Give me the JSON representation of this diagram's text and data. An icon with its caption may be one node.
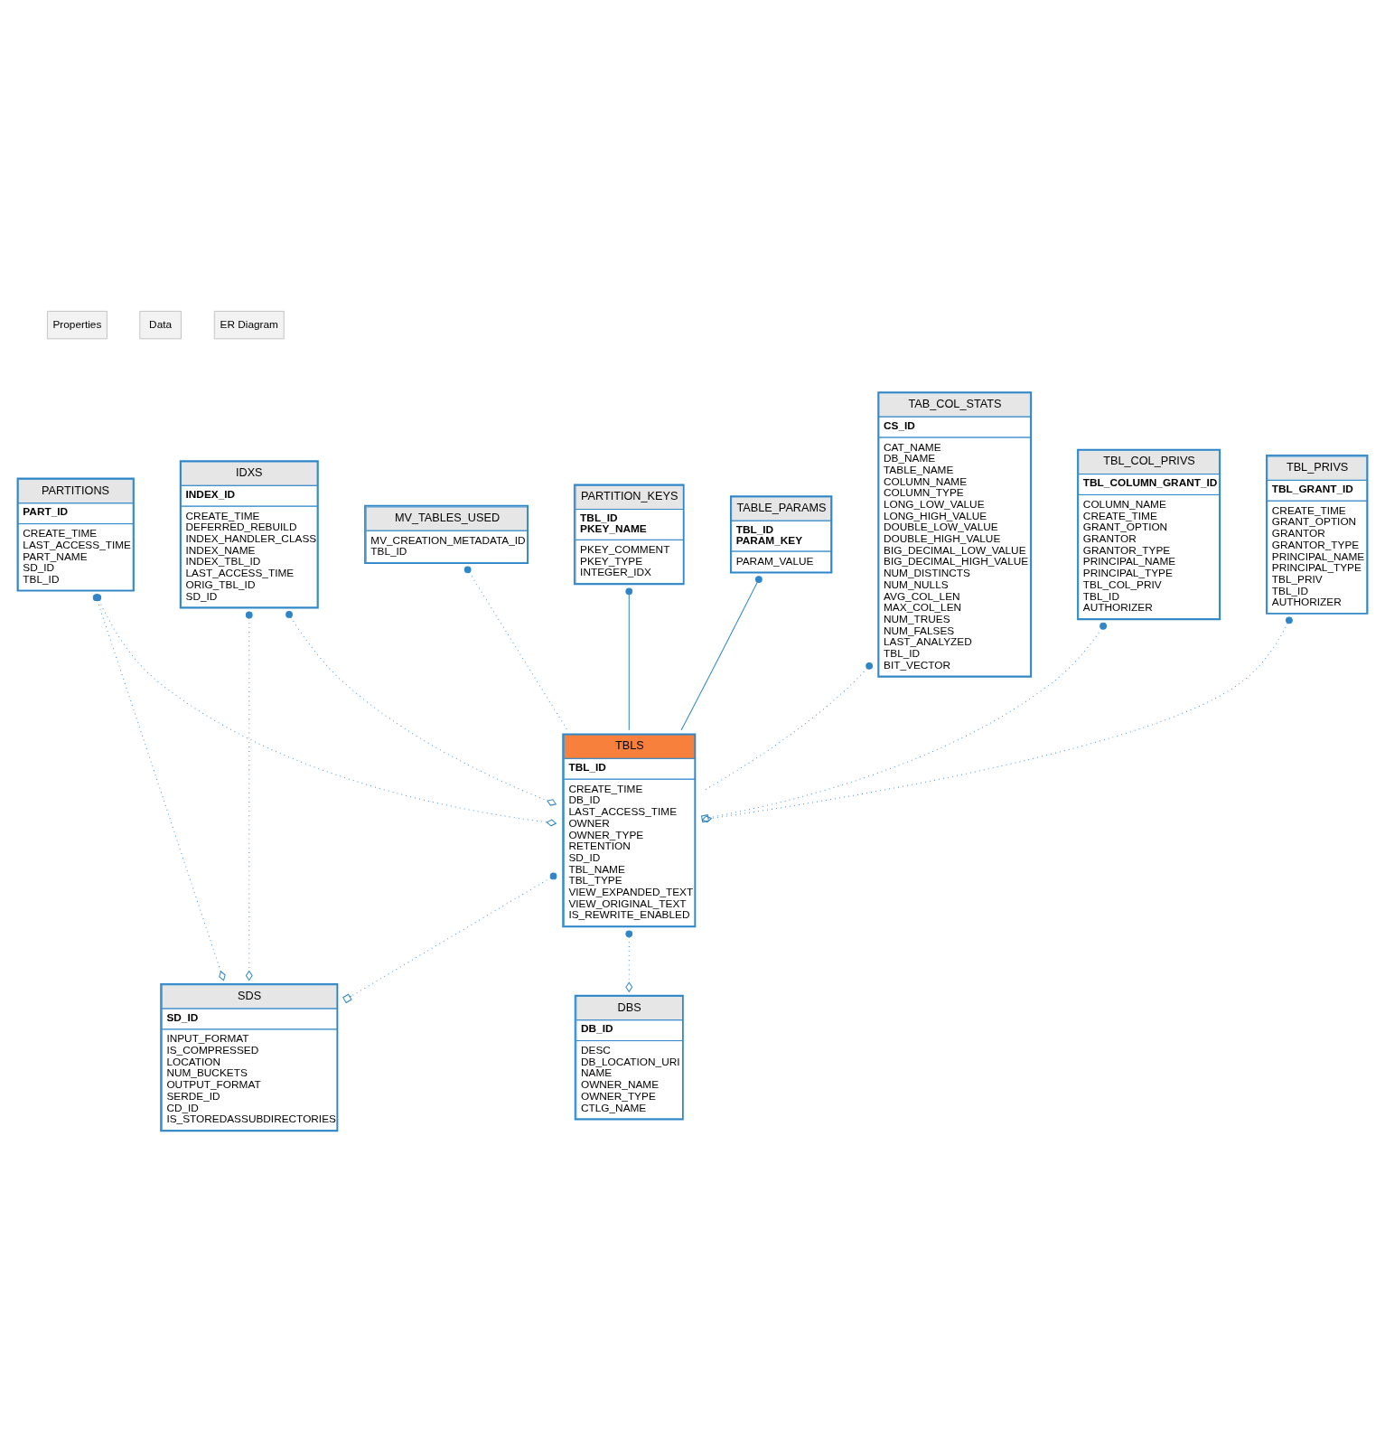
{
  "diagram": {
    "nodes": [
      {
        "text": [
          "IDXS",
          "INDEX_ID",
          "CREATE_TIME",
          "DEFERRED_REBUILD",
          "INDEX_HANDLER_CLASS",
          "INDEX_NAME",
          "INDEX_TBL_ID",
          "LAST_ACCESS_TIME",
          "ORIG_TBL_ID",
          "SD_ID"
        ]
      },
      {
        "text": [
          "SDS",
          "SD_ID",
          "INPUT_FORMAT",
          "IS_COMPRESSED",
          "LOCATION",
          "NUM_BUCKETS",
          "OUTPUT_FORMAT",
          "SERDE_ID",
          "CD_ID",
          "IS_STOREDASSUBDIRECTORIES"
        ]
      },
      {
        "text": [
          "MV_TABLES_USED",
          "MV_CREATION_METADATA_ID",
          "TBL_ID"
        ]
      },
      {
        "text": [
          "PARTITIONS",
          "PART_ID",
          "CREATE_TIME",
          "LAST_ACCESS_TIME",
          "PART_NAME",
          "SD_ID",
          "TBL_ID"
        ]
      },
      {
        "text": [
          "TBLS",
          "TBL_ID",
          "CREATE_TIME",
          "DB_ID",
          "LAST_ACCESS_TIME",
          "OWNER",
          "OWNER_TYPE",
          "RETENTION",
          "SD_ID",
          "TBL_NAME",
          "TBL_TYPE",
          "VIEW_EXPANDED_TEXT",
          "VIEW_ORIGINAL_TEXT",
          "IS_REWRITE_ENABLED"
        ]
      },
      {
        "text": [
          "DBS",
          "DB_ID",
          "DESC",
          "DB_LOCATION_URI",
          "NAME",
          "OWNER_NAME",
          "OWNER_TYPE",
          "CTLG_NAME"
        ]
      },
      {
        "text": [
          "PARTITION_KEYS",
          "TBL_ID",
          "PKEY_NAME",
          "PKEY_COMMENT",
          "PKEY_TYPE",
          "INTEGER_IDX"
        ]
      },
      {
        "text": [
          "TABLE_PARAMS",
          "TBL_ID",
          "PARAM_KEY",
          "PARAM_VALUE"
        ]
      },
      {
        "text": [
          "TAB_COL_STATS",
          "CS_ID",
          "CAT_NAME",
          "DB_NAME",
          "TABLE_NAME",
          "COLUMN_NAME",
          "COLUMN_TYPE",
          "LONG_LOW_VALUE",
          "LONG_HIGH_VALUE",
          "DOUBLE_LOW_VALUE",
          "DOUBLE_HIGH_VALUE",
          "BIG_DECIMAL_LOW_VALUE",
          "BIG_DECIMAL_HIGH_VALUE",
          "NUM_DISTINCTS",
          "NUM_NULLS",
          "AVG_COL_LEN",
          "MAX_COL_LEN",
          "NUM_TRUES",
          "NUM_FALSES",
          "LAST_ANALYZED",
          "TBL_ID",
          "BIT_VECTOR"
        ]
      },
      {
        "text": [
          "TBL_COL_PRIVS",
          "TBL_COLUMN_GRANT_ID",
          "COLUMN_NAME",
          "CREATE_TIME",
          "GRANT_OPTION",
          "GRANTOR",
          "GRANTOR_TYPE",
          "PRINCIPAL_NAME",
          "PRINCIPAL_TYPE",
          "TBL_COL_PRIV",
          "TBL_ID",
          "AUTHORIZER"
        ]
      },
      {
        "text": [
          "TBL_PRIVS",
          "TBL_GRANT_ID",
          "CREATE_TIME",
          "GRANT_OPTION",
          "GRANTOR",
          "GRANTOR_TYPE",
          "PRINCIPAL_NAME",
          "PRINCIPAL_TYPE",
          "TBL_PRIV",
          "TBL_ID",
          "AUTHORIZER"
        ]
      }
    ],
    "edges": [
      {
        "from": 0,
        "to": 1,
        "arrow": "other",
        "style": "dashed"
      },
      {
        "from": 3,
        "to": 1,
        "arrow": "other",
        "style": "dashed"
      },
      {
        "from": 0,
        "to": 4,
        "arrow": "other",
        "style": "dashed"
      },
      {
        "from": 4,
        "to": 1,
        "arrow": "other",
        "style": "dashed"
      },
      {
        "from": 2,
        "to": 4,
        "arrow": "other",
        "style": "dashed"
      },
      {
        "from": 3,
        "to": 4,
        "arrow": "other",
        "style": "dashed"
      },
      {
        "from": 4,
        "to": 5,
        "arrow": "other",
        "style": "dashed"
      },
      {
        "from": 6,
        "to": 4,
        "arrow": "other"
      },
      {
        "from": 7,
        "to": 4,
        "arrow": "other"
      },
      {
        "from": 9,
        "to": 4,
        "arrow": "other",
        "style": "dashed"
      },
      {
        "from": 10,
        "to": 4,
        "arrow": "other",
        "style": "dashed"
      },
      {
        "from": 8,
        "to": 4,
        "arrow": "other",
        "style": "dashed"
      }
    ],
    "labels": [
      "Properties",
      "Data",
      "ER Diagram"
    ]
  }
}
